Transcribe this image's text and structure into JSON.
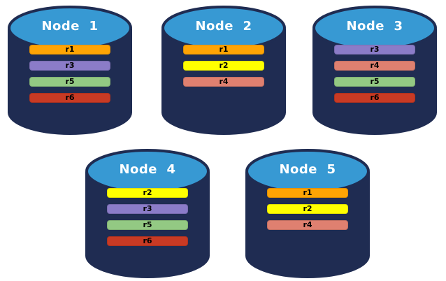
{
  "diagram": {
    "name": "replica-distribution-across-nodes"
  },
  "colors": {
    "cylinder_body": "#1F2C52",
    "cylinder_top": "#3799D3",
    "node_label_text": "#FFFFFF",
    "replica_label_text": "#000000",
    "replicas": {
      "r1": "#FFA404",
      "r2": "#FFFF00",
      "r3": "#8B7CC8",
      "r4": "#DF8070",
      "r5": "#93C983",
      "r6": "#C83A24"
    }
  },
  "nodes": [
    {
      "label": "Node  1",
      "replicas": [
        "r1",
        "r3",
        "r5",
        "r6"
      ]
    },
    {
      "label": "Node  2",
      "replicas": [
        "r1",
        "r2",
        "r4"
      ]
    },
    {
      "label": "Node  3",
      "replicas": [
        "r3",
        "r4",
        "r5",
        "r6"
      ]
    },
    {
      "label": "Node  4",
      "replicas": [
        "r2",
        "r3",
        "r5",
        "r6"
      ]
    },
    {
      "label": "Node  5",
      "replicas": [
        "r1",
        "r2",
        "r4"
      ]
    }
  ]
}
